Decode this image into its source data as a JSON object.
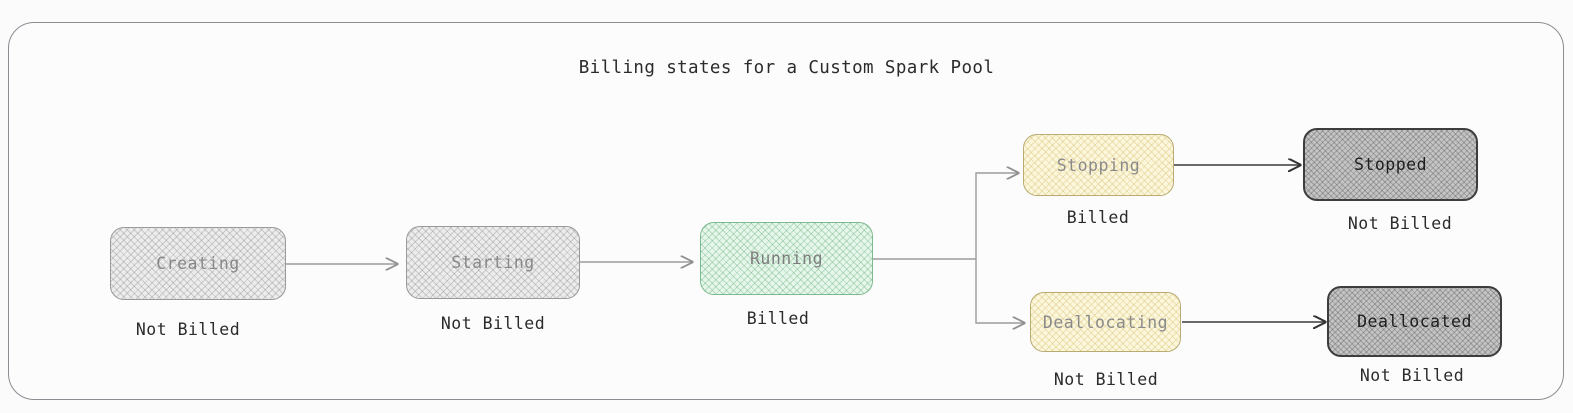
{
  "diagram": {
    "title": "Billing states for a Custom Spark Pool",
    "type": "state-diagram",
    "frame": {
      "shape": "rounded-rectangle",
      "border_color": "#8a8d92",
      "background": "#fcfcfc"
    },
    "colors": {
      "gray_fill": "#ececec",
      "green_fill": "#e6f6ea",
      "yellow_fill": "#fcf6dd",
      "dark_fill": "#c4c4c4",
      "light_edge": "#9a9a9a",
      "dark_edge": "#333333",
      "caption_text": "#2b2b2b"
    },
    "nodes": [
      {
        "id": "creating",
        "label": "Creating",
        "caption": "Not Billed",
        "style": "hatch-gray"
      },
      {
        "id": "starting",
        "label": "Starting",
        "caption": "Not Billed",
        "style": "hatch-gray"
      },
      {
        "id": "running",
        "label": "Running",
        "caption": "Billed",
        "style": "hatch-green"
      },
      {
        "id": "stopping",
        "label": "Stopping",
        "caption": "Billed",
        "style": "hatch-yellow"
      },
      {
        "id": "stopped",
        "label": "Stopped",
        "caption": "Not Billed",
        "style": "hatch-dark"
      },
      {
        "id": "deallocating",
        "label": "Deallocating",
        "caption": "Not Billed",
        "style": "hatch-yellow"
      },
      {
        "id": "deallocated",
        "label": "Deallocated",
        "caption": "Not Billed",
        "style": "hatch-dark"
      }
    ],
    "edges": [
      {
        "from": "creating",
        "to": "starting"
      },
      {
        "from": "starting",
        "to": "running"
      },
      {
        "from": "running",
        "to": "stopping"
      },
      {
        "from": "running",
        "to": "deallocating"
      },
      {
        "from": "stopping",
        "to": "stopped"
      },
      {
        "from": "deallocating",
        "to": "deallocated"
      }
    ]
  }
}
